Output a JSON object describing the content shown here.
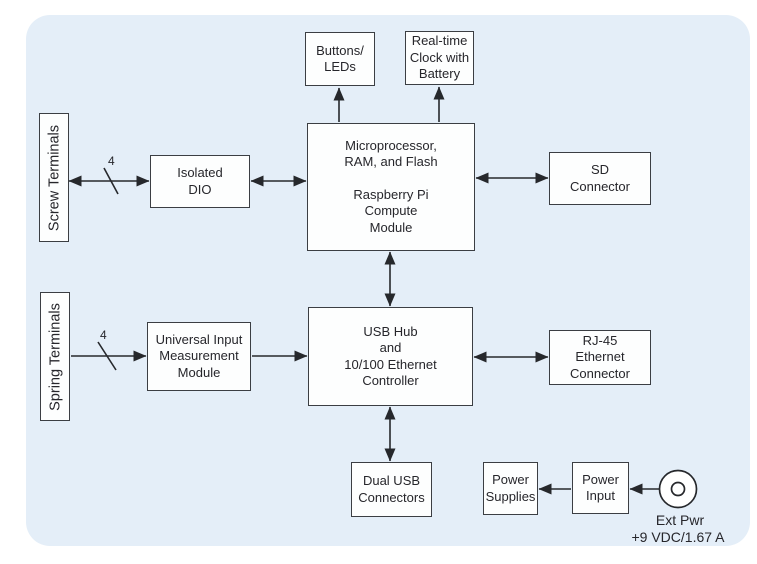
{
  "diagram": {
    "colors": {
      "panel_background": "#e4eef8",
      "line": "#26282c",
      "box_fill": "#fdfefe",
      "box_border": "#3b3e43"
    },
    "blocks": {
      "buttons_leds": "Buttons/\nLEDs",
      "realtime_clock": "Real-time\nClock with\nBattery",
      "compute_module": "Microprocessor,\nRAM, and Flash\n\nRaspberry Pi\nCompute\nModule",
      "sd_connector": "SD\nConnector",
      "isolated_dio": "Isolated\nDIO",
      "screw_terminals": "Screw Terminals",
      "spring_terminals": "Spring Terminals",
      "universal_input": "Universal Input\nMeasurement\nModule",
      "usb_hub": "USB Hub\nand\n10/100 Ethernet\nController",
      "rj45": "RJ-45\nEthernet\nConnector",
      "dual_usb": "Dual USB\nConnectors",
      "power_supplies": "Power\nSupplies",
      "power_input": "Power\nInput"
    },
    "bus_widths": {
      "screw_bus": "4",
      "spring_bus": "4"
    },
    "ext_power": {
      "label": "Ext Pwr",
      "rating": "+9 VDC/1.67 A"
    }
  }
}
